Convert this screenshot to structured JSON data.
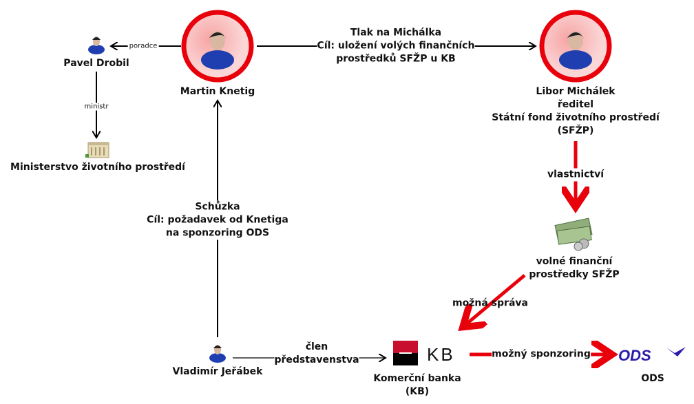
{
  "nodes": {
    "martin": {
      "label": "Martin Knetig"
    },
    "libor": {
      "lines": [
        "Libor Michálek",
        "ředitel",
        "Státní fond životního prostředí",
        "(SFŽP)"
      ]
    },
    "pavel": {
      "label": "Pavel Drobil"
    },
    "ministry": {
      "label": "Ministerstvo životního prostředí"
    },
    "vladimir": {
      "label": "Vladimír Jeřábek"
    },
    "funds": {
      "lines": [
        "volné finanční",
        "prostředky SFŽP"
      ]
    },
    "kb": {
      "lines": [
        "Komerční banka",
        "(KB)"
      ],
      "logo_text": "KB"
    },
    "ods": {
      "label": "ODS",
      "logo_text": "ODS"
    }
  },
  "edges": {
    "poradce": "poradce",
    "ministr": "ministr",
    "tlak": [
      "Tlak na Michálka",
      "Cíl: uložení volých finančních",
      "prostředků SFŽP u KB"
    ],
    "schuzka": [
      "Schůzka",
      "Cíl: požadavek od Knetiga",
      "na sponzoring ODS"
    ],
    "clen": [
      "člen",
      "představenstva"
    ],
    "vlastnictvi": "vlastnictví",
    "sprava": "možná správa",
    "sponzoring": "možný sponzoring"
  },
  "colors": {
    "highlight": "#e8000a",
    "ods_blue": "#2a1aa8",
    "kb_red": "#c8102e"
  }
}
